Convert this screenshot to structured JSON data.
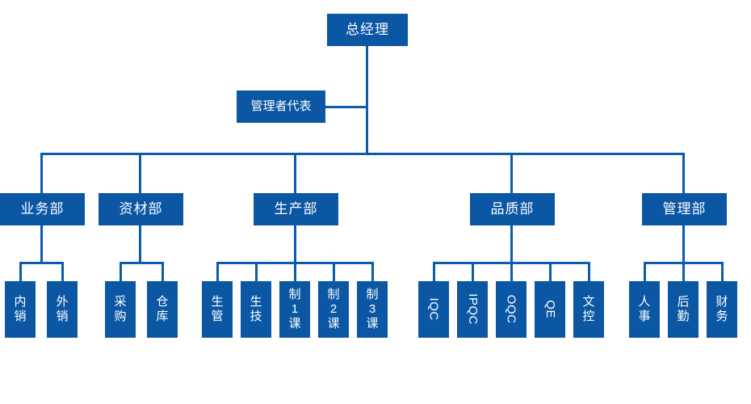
{
  "diagram": {
    "title": "Organizational Chart",
    "colors": {
      "node_fill": "#0B57A4",
      "connector": "#0B5CAB",
      "node_text": "#FFFFFF",
      "background": "#FFFFFF"
    }
  },
  "root": {
    "label": "总经理"
  },
  "representative": {
    "label": "管理者代表"
  },
  "departments": [
    {
      "label": "业务部",
      "children": [
        {
          "label": "内销",
          "orientation": "stacked"
        },
        {
          "label": "外销",
          "orientation": "stacked"
        }
      ]
    },
    {
      "label": "资材部",
      "children": [
        {
          "label": "采购",
          "orientation": "stacked"
        },
        {
          "label": "仓库",
          "orientation": "stacked"
        }
      ]
    },
    {
      "label": "生产部",
      "children": [
        {
          "label": "生管",
          "orientation": "stacked"
        },
        {
          "label": "生技",
          "orientation": "stacked"
        },
        {
          "label": "制1课",
          "orientation": "stacked"
        },
        {
          "label": "制2课",
          "orientation": "stacked"
        },
        {
          "label": "制3课",
          "orientation": "stacked"
        }
      ]
    },
    {
      "label": "品质部",
      "children": [
        {
          "label": "IQC",
          "orientation": "rotated"
        },
        {
          "label": "IPQC",
          "orientation": "rotated"
        },
        {
          "label": "OQC",
          "orientation": "rotated"
        },
        {
          "label": "QE",
          "orientation": "rotated"
        },
        {
          "label": "文控",
          "orientation": "stacked"
        }
      ]
    },
    {
      "label": "管理部",
      "children": [
        {
          "label": "人事",
          "orientation": "stacked"
        },
        {
          "label": "后勤",
          "orientation": "stacked"
        },
        {
          "label": "财务",
          "orientation": "stacked"
        }
      ]
    }
  ]
}
